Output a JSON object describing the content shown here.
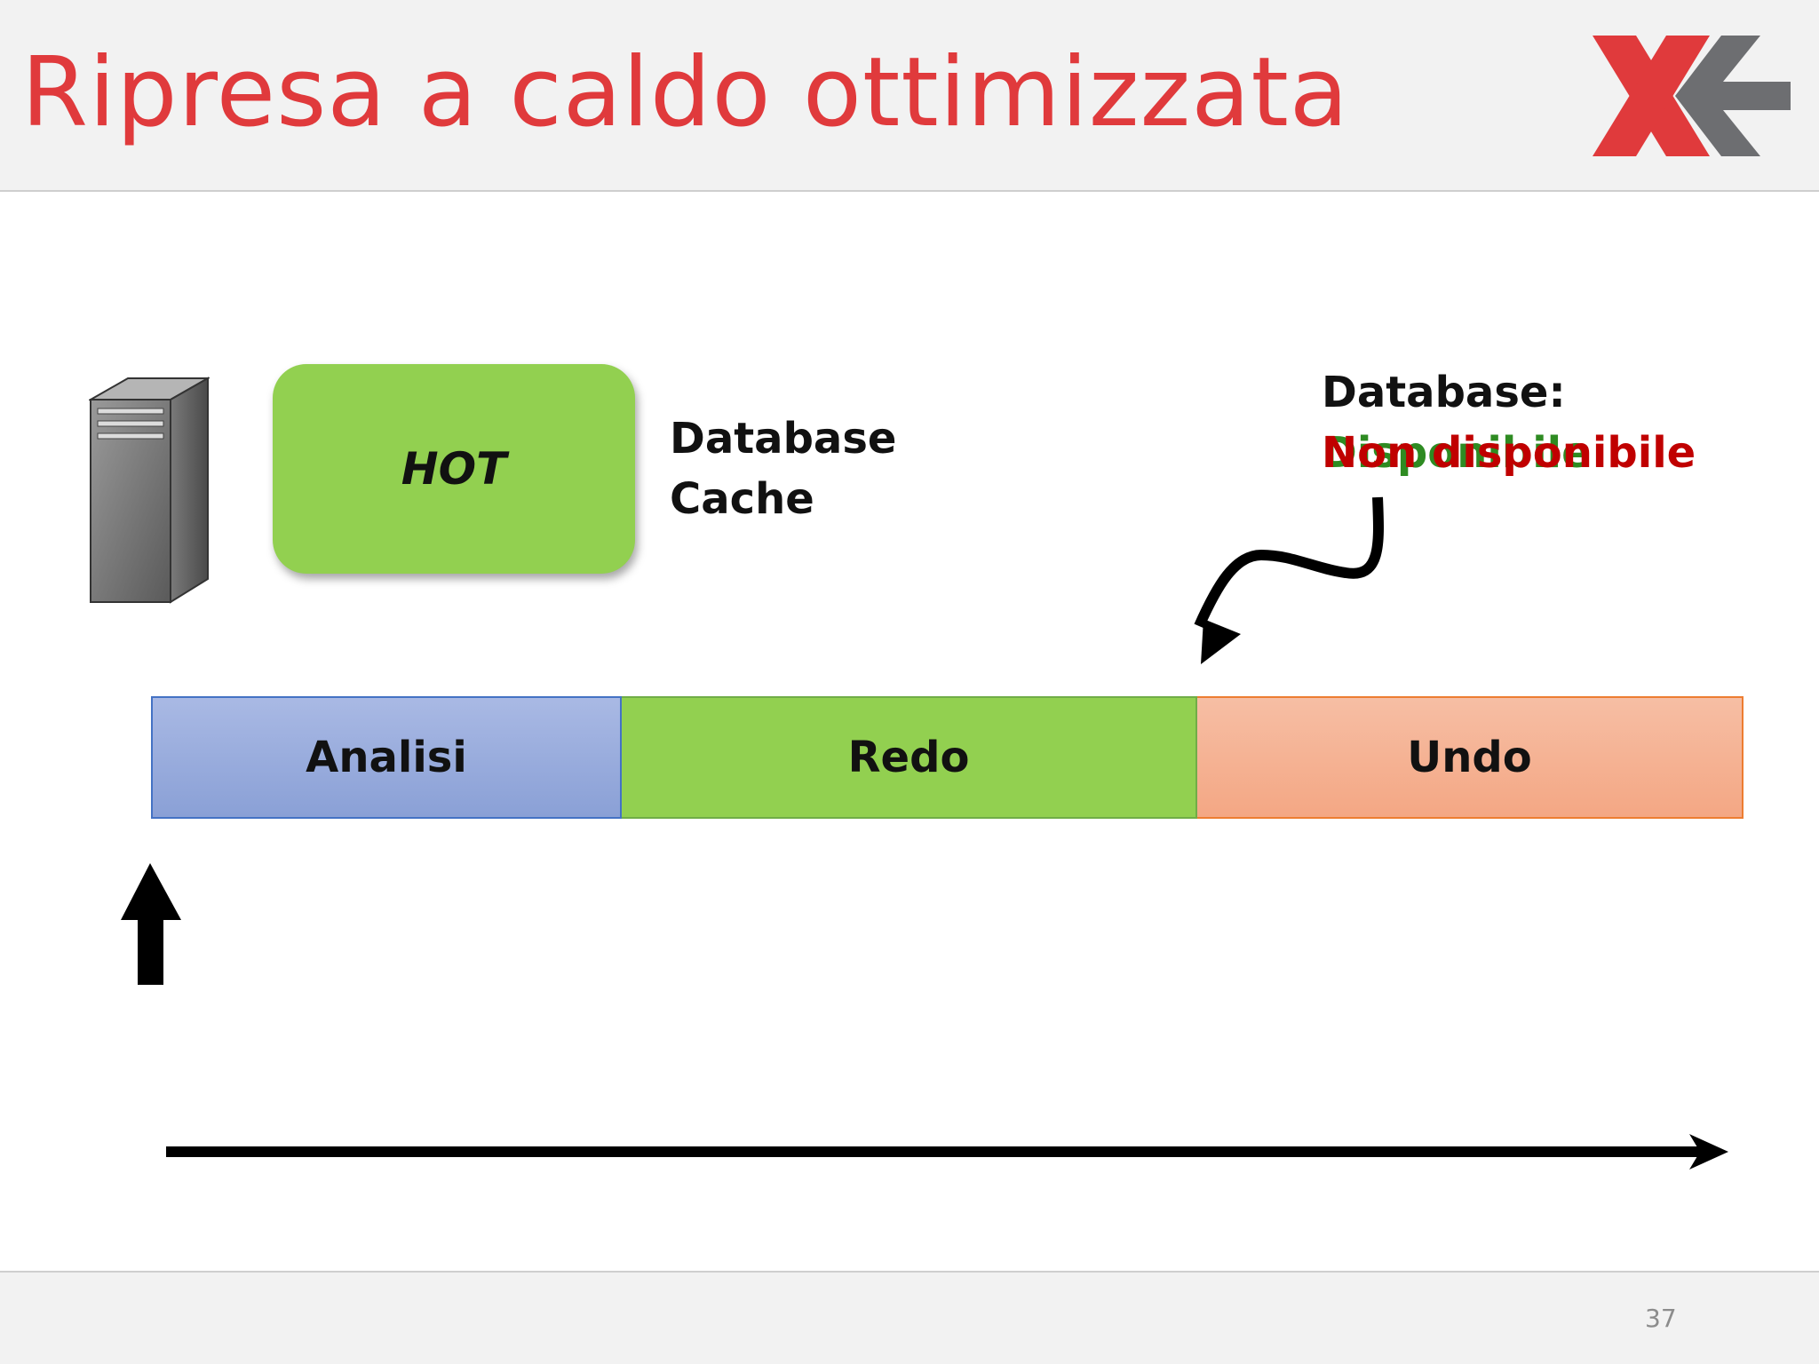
{
  "slide": {
    "title": "Ripresa a caldo ottimizzata",
    "page_number": "37"
  },
  "cache": {
    "state_label": "HOT",
    "label_line1": "Database",
    "label_line2": "Cache"
  },
  "database_status": {
    "label": "Database:",
    "status_overlap_a": "Disponibile",
    "status_overlap_b": "Non disponibile"
  },
  "phases": [
    {
      "label": "Analisi"
    },
    {
      "label": "Redo"
    },
    {
      "label": "Undo"
    }
  ],
  "colors": {
    "title": "#e03a3c",
    "hot_box": "#92d050",
    "analisi": "#8aa0d6",
    "redo": "#92d050",
    "undo": "#f4a784",
    "available": "#2e8b22",
    "unavailable": "#c00000"
  }
}
